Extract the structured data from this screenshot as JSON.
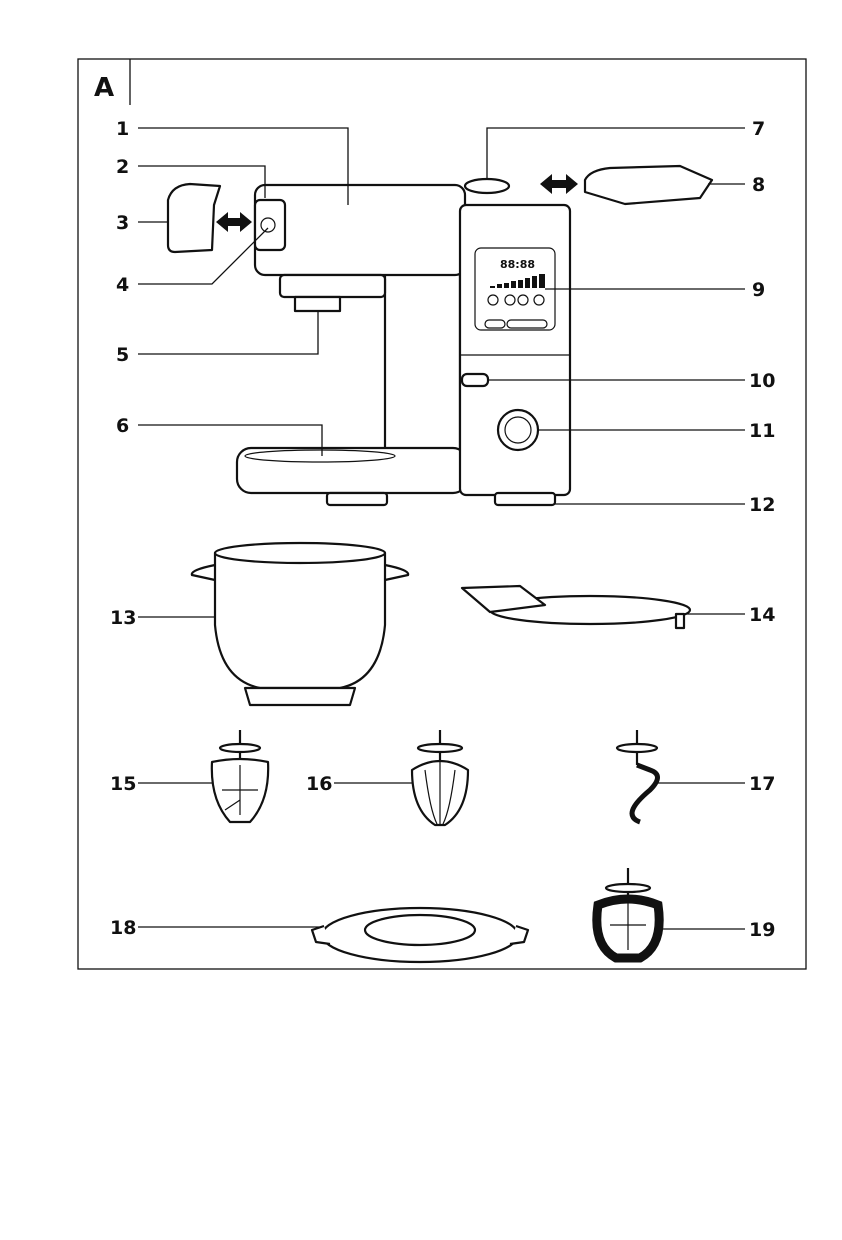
{
  "figure_letter": "A",
  "display_digits": "88:88",
  "colors": {
    "ink": "#111111",
    "background": "#ffffff"
  },
  "callouts": [
    "1",
    "2",
    "3",
    "4",
    "5",
    "6",
    "7",
    "8",
    "9",
    "10",
    "11",
    "12",
    "13",
    "14",
    "15",
    "16",
    "17",
    "18",
    "19"
  ]
}
